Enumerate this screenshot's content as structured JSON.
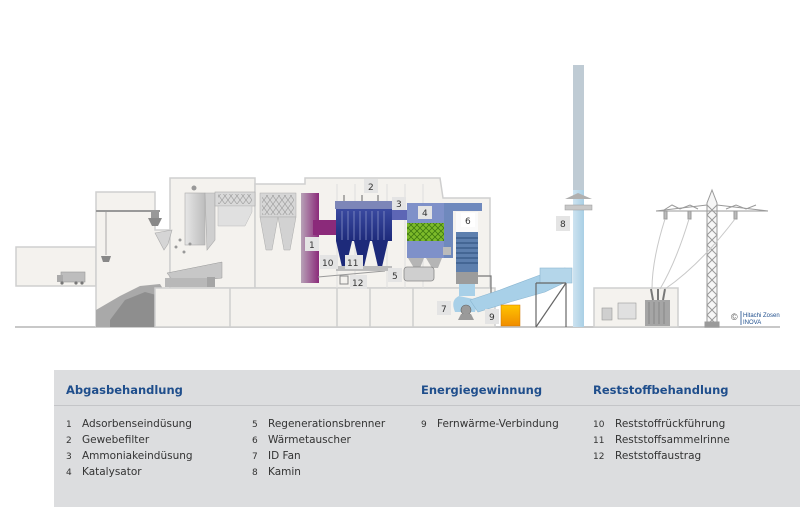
{
  "diagram": {
    "labels": [
      "1",
      "2",
      "3",
      "4",
      "5",
      "6",
      "7",
      "8",
      "9",
      "10",
      "11",
      "12"
    ],
    "copyright_symbol": "©",
    "copyright_line1": "Hitachi Zosen",
    "copyright_line2": "INOVA",
    "colors": {
      "adsorbent_duct": "#8b2a7a",
      "filter": "#2e3a8c",
      "catalyst_green": "#7dbb2a",
      "catalyst_blue": "#7f91c9",
      "stack": "#bcd9ea",
      "district_heat": "#f5a000",
      "building_fill": "#f4f2ee",
      "building_stroke": "#cfcfcf"
    }
  },
  "legend": {
    "sections": [
      {
        "title": "Abgasbehandlung",
        "items": [
          {
            "n": "1",
            "label": "Adsorbenseindüsung"
          },
          {
            "n": "2",
            "label": "Gewebefilter"
          },
          {
            "n": "3",
            "label": "Ammoniakeindüsung"
          },
          {
            "n": "4",
            "label": "Katalysator"
          },
          {
            "n": "5",
            "label": "Regenerationsbrenner"
          },
          {
            "n": "6",
            "label": "Wärmetauscher"
          },
          {
            "n": "7",
            "label": "ID Fan"
          },
          {
            "n": "8",
            "label": "Kamin"
          }
        ]
      },
      {
        "title": "Energiegewinnung",
        "items": [
          {
            "n": "9",
            "label": "Fernwärme-Verbindung"
          }
        ]
      },
      {
        "title": "Reststoffbehandlung",
        "items": [
          {
            "n": "10",
            "label": "Reststoffrückführung"
          },
          {
            "n": "11",
            "label": "Reststoffsammelrinne"
          },
          {
            "n": "12",
            "label": "Reststoffaustrag"
          }
        ]
      }
    ]
  }
}
